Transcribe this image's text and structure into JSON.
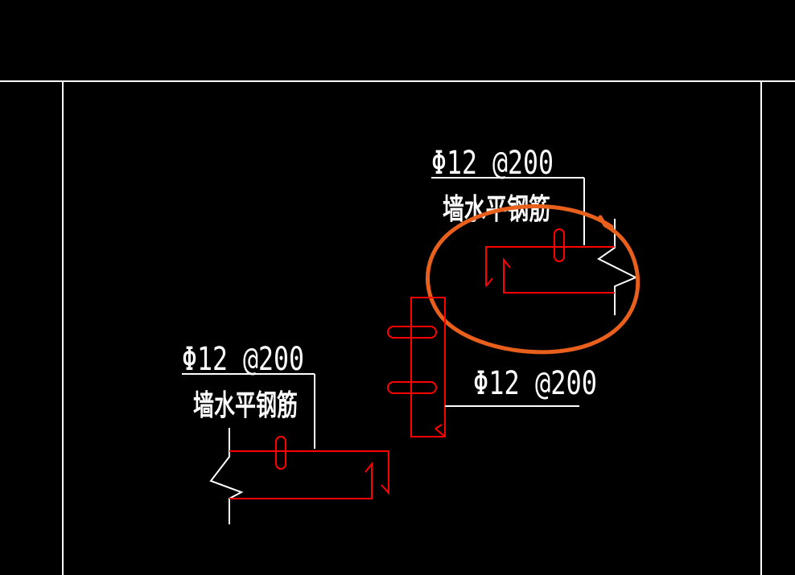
{
  "colors": {
    "background": "#000000",
    "frame": "#ffffff",
    "leader": "#ffffff",
    "rebar": "#ff0000",
    "highlight": "#e8601c"
  },
  "annotations": [
    {
      "spec": "Φ12 @200",
      "desc": "墙水平钢筋"
    },
    {
      "spec": "Φ12 @200",
      "desc": "墙水平钢筋"
    },
    {
      "spec": "Φ12 @200"
    }
  ]
}
